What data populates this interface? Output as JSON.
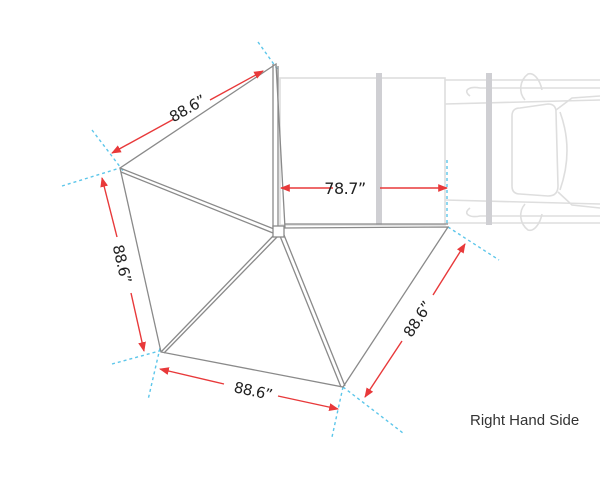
{
  "diagram": {
    "caption": "Right Hand Side",
    "dimensions": {
      "top_edge": "88.6”",
      "left_edge": "88.6”",
      "bottom_edge": "88.6”",
      "right_edge": "88.6”",
      "vehicle_width": "78.7”"
    },
    "colors": {
      "dimension_arrow": "#e8393a",
      "extension_line": "#5cc6ea",
      "awning_outline": "#8a8a8a",
      "vehicle_outline": "#dcdcdc",
      "roof_bar": "#cfcfd3",
      "text": "#222222"
    }
  }
}
